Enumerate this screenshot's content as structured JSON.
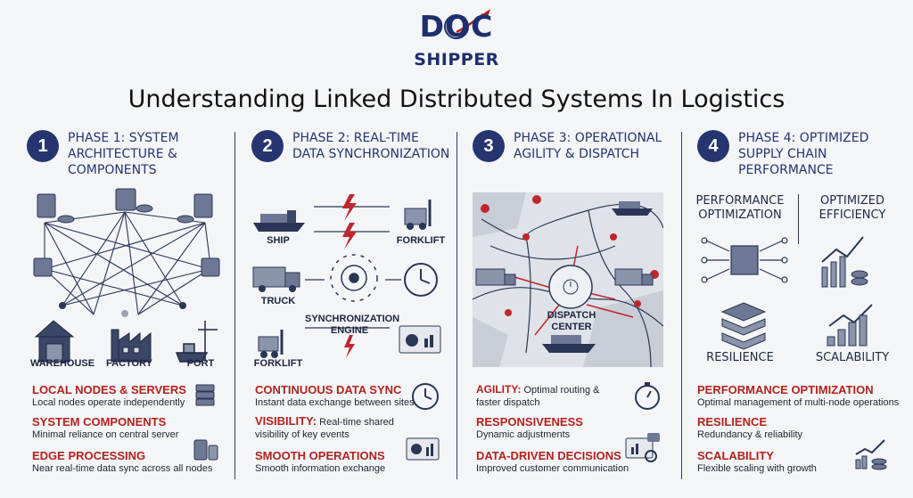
{
  "logo": {
    "line1": "DOC",
    "line2": "SHIPPER"
  },
  "title": "Understanding Linked Distributed Systems In Logistics",
  "colors": {
    "navy": "#25356f",
    "red": "#b3211e"
  },
  "phases": [
    {
      "number": "1",
      "title": "PHASE 1: SYSTEM\nARCHITECTURE &\nCOMPONENTS",
      "labels": {
        "warehouse": "WAREHOUSE",
        "factory": "FACTORY",
        "port": "PORT"
      },
      "bullets": [
        {
          "heading": "LOCAL NODES & SERVERS",
          "text": "Local nodes operate independently",
          "icon": "server-icon"
        },
        {
          "heading": "SYSTEM COMPONENTS",
          "text": "Minimal reliance on central server",
          "icon": "none"
        },
        {
          "heading": "EDGE PROCESSING",
          "text": "Near real-time data sync across all nodes",
          "icon": "devices-icon"
        }
      ]
    },
    {
      "number": "2",
      "title": "PHASE 2: REAL-TIME\nDATA SYNCHRONIZATION",
      "labels": {
        "ship": "SHIP",
        "forklift_top": "FORKLIFT",
        "truck": "TRUCK",
        "engine": "SYNCHRONIZATION\nENGINE",
        "forklift_bottom": "FORKLIFT"
      },
      "bullets": [
        {
          "heading": "CONTINUOUS DATA SYNC",
          "text": "Instant data exchange between sites",
          "icon": "clock-icon"
        },
        {
          "heading": "VISIBILITY:",
          "heading_rest": " Real-time shared",
          "text": "visibility of key events",
          "icon": "none"
        },
        {
          "heading": "SMOOTH OPERATIONS",
          "text": "Smooth information exchange",
          "icon": "dashboard-icon"
        }
      ]
    },
    {
      "number": "3",
      "title": "PHASE 3: OPERATIONAL\nAGILITY & DISPATCH",
      "labels": {
        "dispatch": "DISPATCH\nCENTER"
      },
      "bullets": [
        {
          "heading": "AGILITY:",
          "heading_rest": " Optimal routing &",
          "text": "faster dispatch",
          "icon": "stopwatch-icon"
        },
        {
          "heading": "RESPONSIVENESS",
          "text": "Dynamic adjustments",
          "icon": "none"
        },
        {
          "heading": "DATA-DRIVEN DECISIONS",
          "text": "Improved customer communication",
          "icon": "analytics-icon"
        }
      ]
    },
    {
      "number": "4",
      "title": "PHASE 4: OPTIMIZED\nSUPPLY CHAIN\nPERFORMANCE",
      "labels": {
        "perf": "PERFORMANCE\nOPTIMIZATION",
        "eff": "OPTIMIZED\nEFFICIENCY",
        "res": "RESILIENCE",
        "scal": "SCALABILITY"
      },
      "bullets": [
        {
          "heading": "PERFORMANCE OPTIMIZATION",
          "text": "Optimal management of multi-node operations",
          "icon": "none"
        },
        {
          "heading": "RESILIENCE",
          "text": "Redundancy & reliability",
          "icon": "none"
        },
        {
          "heading": "SCALABILITY",
          "text": "Flexible scaling with growth",
          "icon": "growth-chart-icon"
        }
      ]
    }
  ]
}
